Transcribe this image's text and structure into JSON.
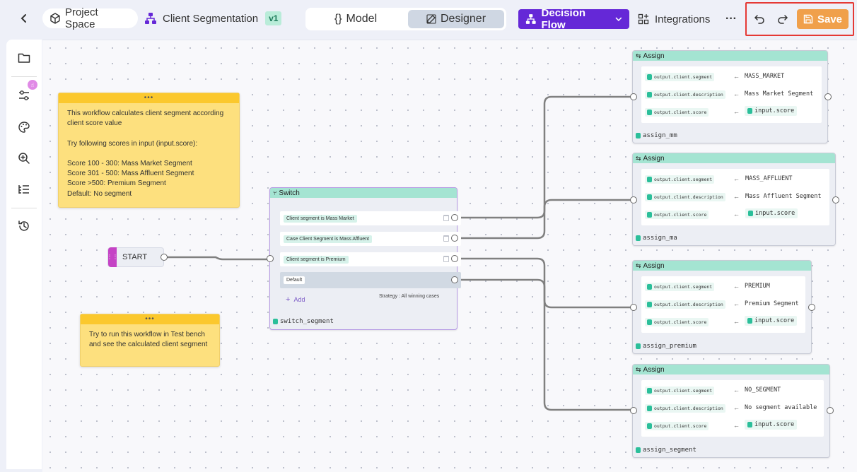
{
  "header": {
    "project": "Project Space",
    "workflow_name": "Client Segmentation",
    "version": "v1",
    "tabs": [
      {
        "label": "Model",
        "icon": "braces-icon"
      },
      {
        "label": "Designer",
        "icon": "pencil-icon",
        "active": true
      }
    ],
    "decision_flow": "Decision Flow",
    "integrations": "Integrations",
    "more": "···",
    "save": "Save"
  },
  "colors": {
    "accent": "#6528d7",
    "save": "#f0a04b",
    "highlight": "#e53935",
    "node_header": "#a4e4d2",
    "note": "#fde07e"
  },
  "sidebar": {
    "items": [
      "folder-icon",
      "sliders-icon",
      "palette-icon",
      "zoom-icon",
      "list-icon",
      "history-icon"
    ]
  },
  "notes": [
    {
      "text": "This workflow calculates client segment according client score value\n\nTry following scores in input (input.score):\n\nScore 100 - 300: Mass Market Segment\nScore 301 - 500: Mass Affluent Segment\nScore >500: Premium Segment\nDefault: No segment"
    },
    {
      "text": "Try to run this workflow in Test bench and see the calculated client segment"
    }
  ],
  "start": {
    "label": "START"
  },
  "switch": {
    "title": "Switch",
    "cases": [
      "Client segment is Mass Market",
      "Case Client Segment is Mass Affluent",
      "Client segment is Premium",
      "Default"
    ],
    "add": "Add",
    "strategy": "Strategy : All winning cases",
    "name": "switch_segment"
  },
  "assigns": [
    {
      "title": "Assign",
      "name": "assign_mm",
      "rows": [
        {
          "key": "output.client.segment",
          "value": "MASS_MARKET"
        },
        {
          "key": "output.client.description",
          "value": "Mass Market Segment"
        },
        {
          "key": "output.client.score",
          "value": "input.score",
          "ref": true
        }
      ]
    },
    {
      "title": "Assign",
      "name": "assign_ma",
      "rows": [
        {
          "key": "output.client.segment",
          "value": "MASS_AFFLUENT"
        },
        {
          "key": "output.client.description",
          "value": "Mass Affluent Segment"
        },
        {
          "key": "output.client.score",
          "value": "input.score",
          "ref": true
        }
      ]
    },
    {
      "title": "Assign",
      "name": "assign_premium",
      "rows": [
        {
          "key": "output.client.segment",
          "value": "PREMIUM"
        },
        {
          "key": "output.client.description",
          "value": "Premium Segment"
        },
        {
          "key": "output.client.score",
          "value": "input.score",
          "ref": true
        }
      ]
    },
    {
      "title": "Assign",
      "name": "assign_segment",
      "rows": [
        {
          "key": "output.client.segment",
          "value": "NO_SEGMENT"
        },
        {
          "key": "output.client.description",
          "value": "No segment available"
        },
        {
          "key": "output.client.score",
          "value": "input.score",
          "ref": true
        }
      ]
    }
  ]
}
